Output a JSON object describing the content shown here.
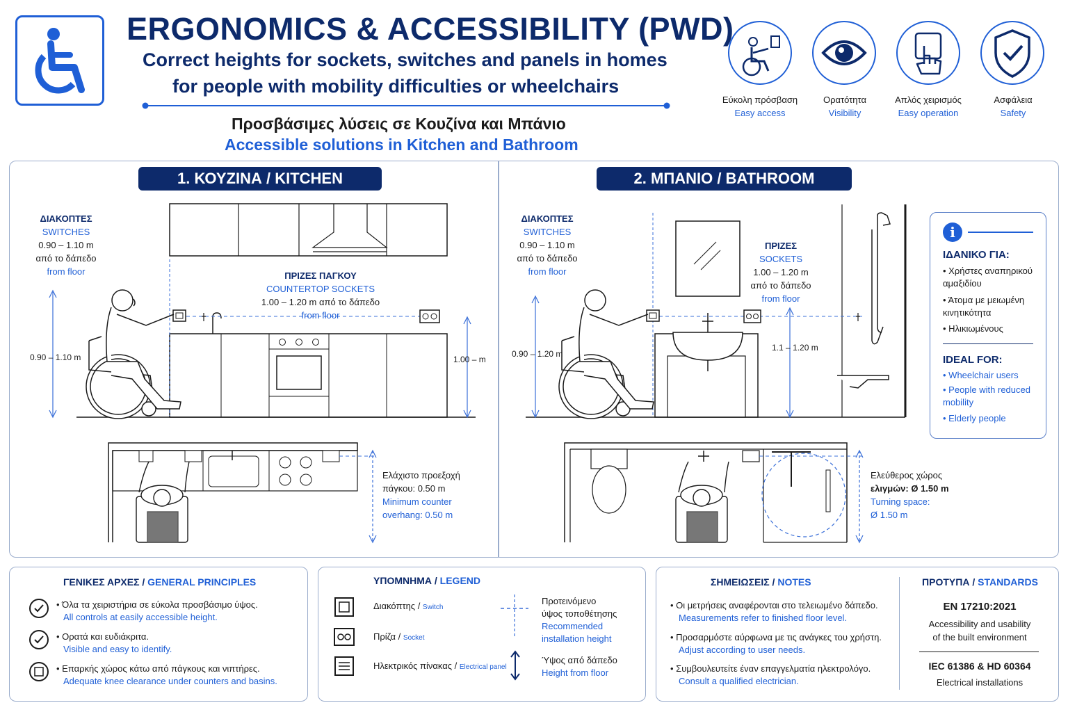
{
  "header": {
    "title": "ERGONOMICS & ACCESSIBILITY (PWD)",
    "subtitle_line1": "Correct heights for sockets, switches and panels in homes",
    "subtitle_line2": "for people with mobility difficulties or wheelchairs",
    "greek_heading": "Προσβάσιμες λύσεις σε Κουζίνα και Μπάνιο",
    "english_heading": "Accessible solutions in Kitchen and Bathroom"
  },
  "features": [
    {
      "icon": "wheelchair-access-icon",
      "gr": "Εύκολη πρόσβαση",
      "en": "Easy access"
    },
    {
      "icon": "eye-icon",
      "gr": "Ορατότητα",
      "en": "Visibility"
    },
    {
      "icon": "hand-press-icon",
      "gr": "Απλός χειρισμός",
      "en": "Easy operation"
    },
    {
      "icon": "shield-check-icon",
      "gr": "Ασφάλεια",
      "en": "Safety"
    }
  ],
  "kitchen": {
    "title": "1. ΚΟΥΖΙΝΑ / KITCHEN",
    "switches": {
      "gr": "ΔΙΑΚΟΠΤΕΣ",
      "en": "SWITCHES",
      "range": "0.90 – 1.10 m",
      "from_gr": "από το δάπεδο",
      "from_en": "from floor"
    },
    "sockets": {
      "gr": "ΠΡΙΖΕΣ ΠΑΓΚΟΥ",
      "en": "COUNTERTOP SOCKETS",
      "range": "1.00 – 1.20 m από το δάπεδο",
      "from_en": "from floor"
    },
    "dim_left": "0.90 – 1.10 m",
    "dim_right": "1.00 – m",
    "overhang": {
      "gr1": "Ελάχιστο προεξοχή",
      "gr2": "πάγκου: 0.50 m",
      "en1": "Minimum counter",
      "en2": "overhang: 0.50 m"
    }
  },
  "bathroom": {
    "title": "2. ΜΠΑΝΙΟ / BATHROOM",
    "switches": {
      "gr": "ΔΙΑΚΟΠΤΕΣ",
      "en": "SWITCHES",
      "range": "0.90 – 1.10 m",
      "from_gr": "από το δάπεδο",
      "from_en": "from floor"
    },
    "sockets": {
      "gr": "ΠΡΙΖΕΣ",
      "en": "SOCKETS",
      "range": "1.00 – 1.20 m",
      "from_gr": "από το δάπεδο",
      "from_en": "from floor"
    },
    "dim_left": "0.90 – 1.20 m",
    "dim_right": "1.1 – 1.20 m",
    "turning": {
      "gr1": "Ελεύθερος χώρος",
      "gr2": "ελιγμών: Ø 1.50 m",
      "en1": "Turning space:",
      "en2": "Ø 1.50 m"
    }
  },
  "ideal": {
    "gr_title": "ΙΔΑΝΙΚΟ ΓΙΑ:",
    "gr_items": [
      "Χρήστες αναπηρικού αμαξιδίου",
      "Άτομα με μειωμένη κινητικότητα",
      "Ηλικιωμένους"
    ],
    "en_title": "IDEAL FOR:",
    "en_items": [
      "Wheelchair users",
      "People with reduced mobility",
      "Elderly people"
    ]
  },
  "principles": {
    "title_gr": "ΓΕΝΙΚΕΣ ΑΡΧΕΣ",
    "title_en": "GENERAL PRINCIPLES",
    "items": [
      {
        "gr": "Όλα τα χειριστήρια σε εύκολα προσβάσιμο ύψος.",
        "en": "All controls at easily accessible height."
      },
      {
        "gr": "Ορατά και ευδιάκριτα.",
        "en": "Visible and easy to identify."
      },
      {
        "gr": "Επαρκής χώρος κάτω από πάγκους και νιπτήρες.",
        "en": "Adequate knee clearance under counters and basins."
      }
    ]
  },
  "legend": {
    "title_gr": "ΥΠΟΜΝΗΜΑ",
    "title_en": "LEGEND",
    "items": [
      {
        "gr": "Διακόπτης",
        "en": "Switch"
      },
      {
        "gr": "Πρίζα",
        "en": "Socket"
      },
      {
        "gr": "Ηλεκτρικός πίνακας",
        "en": "Electrical panel"
      }
    ],
    "rec_gr1": "Προτεινόμενο",
    "rec_gr2": "ύψος τοποθέτησης",
    "rec_en1": "Recommended",
    "rec_en2": "installation height",
    "hf_gr": "Ύψος από δάπεδο",
    "hf_en": "Height from floor"
  },
  "notes": {
    "title_gr": "ΣΗΜΕΙΩΣΕΙΣ",
    "title_en": "NOTES",
    "items": [
      {
        "gr": "Οι μετρήσεις αναφέρονται στο τελειωμένο δάπεδο.",
        "en": "Measurements refer to finished floor level."
      },
      {
        "gr": "Προσαρμόστε αύρφωνα με τις ανάγκες του χρήστη.",
        "en": "Adjust according to user needs."
      },
      {
        "gr": "Συμβουλευτείτε έναν επαγγελματία ηλεκτρολόγο.",
        "en": "Consult a qualified electrician."
      }
    ]
  },
  "standards": {
    "title_gr": "ΠΡΟΤΥΠΑ",
    "title_en": "STANDARDS",
    "std1": "EN 17210:2021",
    "std1_desc1": "Accessibility and usability",
    "std1_desc2": "of the built environment",
    "std2": "IEC 61386 & HD 60364",
    "std2_desc": "Electrical installations"
  },
  "colors": {
    "navy": "#0d2a6b",
    "blue": "#1f5fd6",
    "line": "#1a1a1a",
    "dim": "#3a6fd8"
  }
}
